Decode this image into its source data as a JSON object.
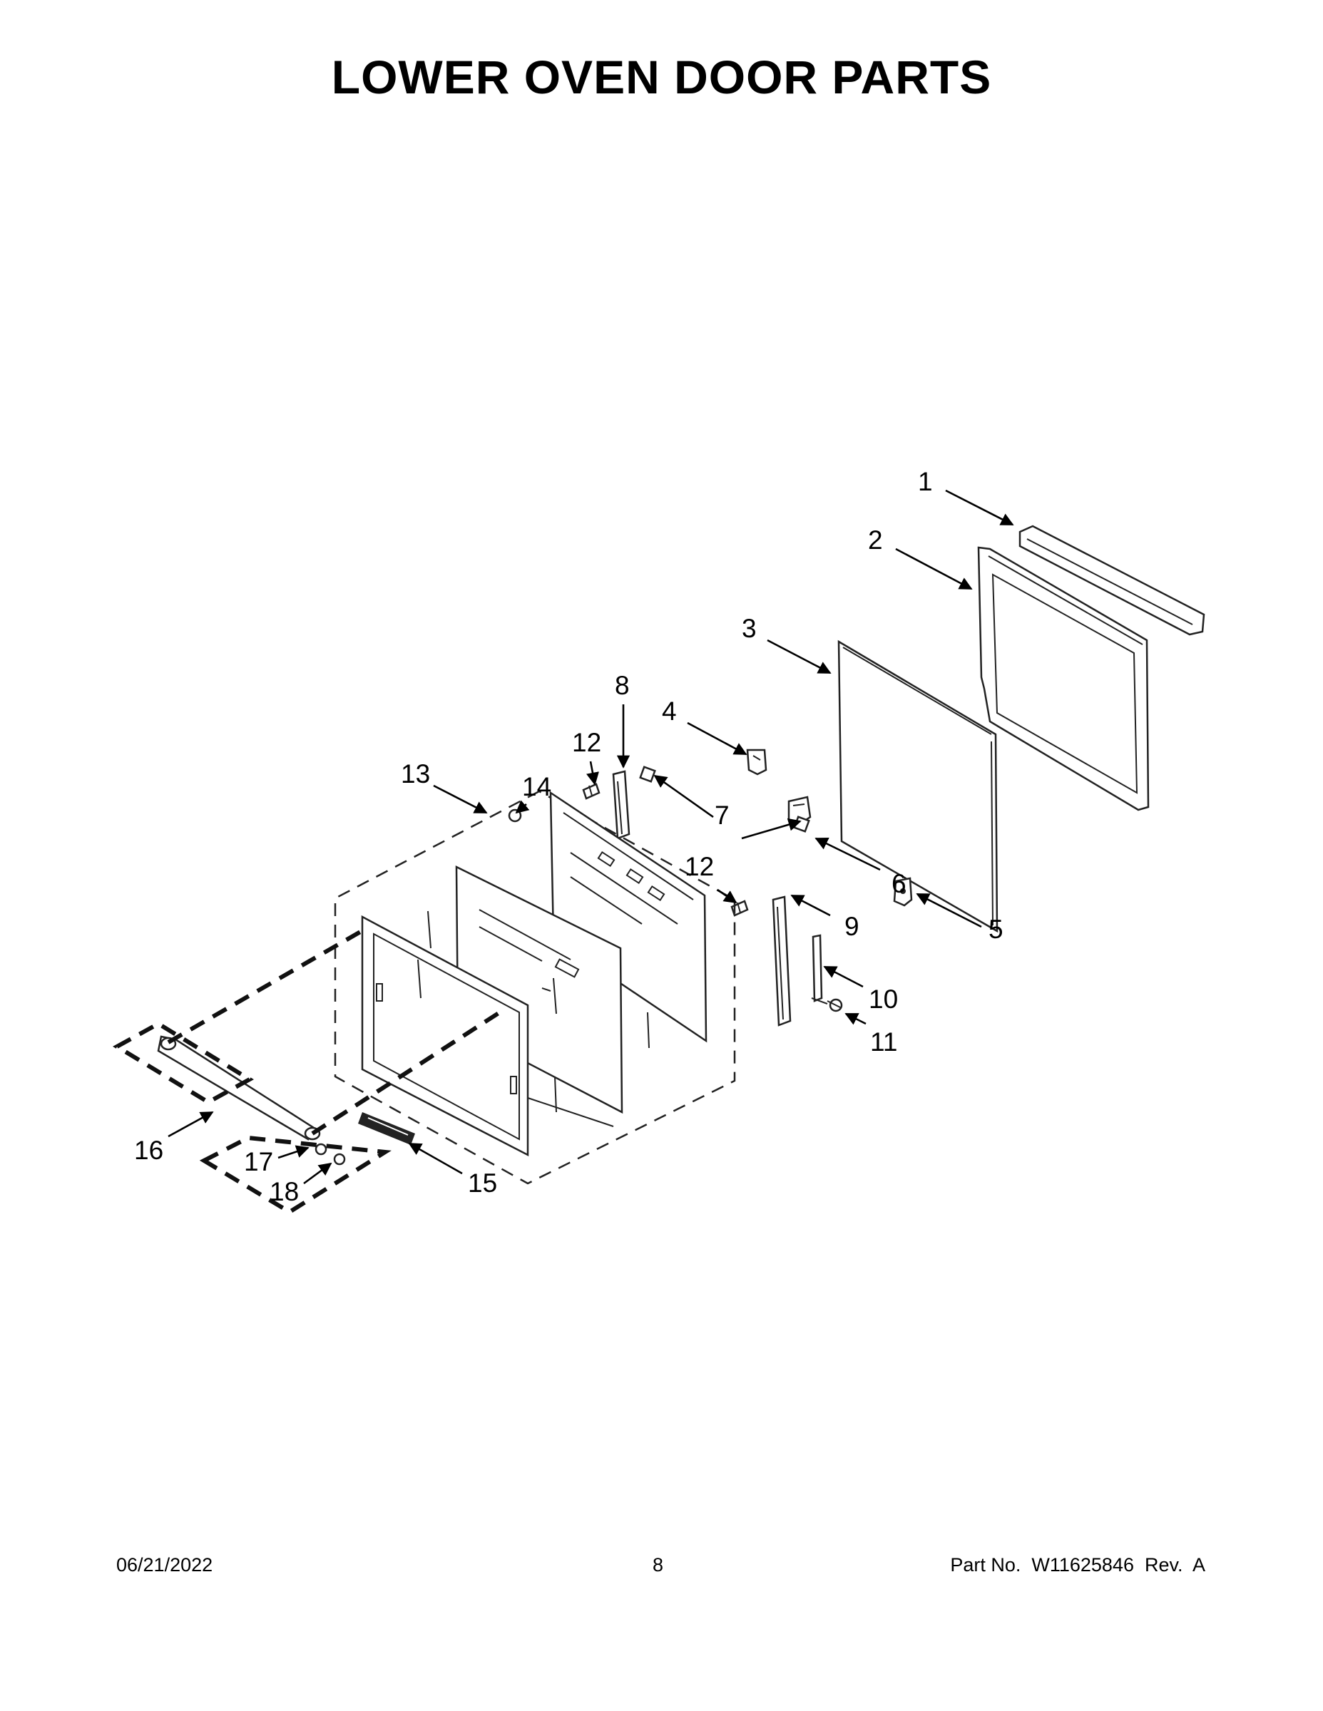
{
  "title": "LOWER OVEN DOOR PARTS",
  "footer": {
    "date": "06/21/2022",
    "page": "8",
    "part_number": "Part No.  W11625846  Rev.  A"
  },
  "callouts": {
    "c1": "1",
    "c2": "2",
    "c3": "3",
    "c4": "4",
    "c5": "5",
    "c6": "6",
    "c7": "7",
    "c8": "8",
    "c9": "9",
    "c10": "10",
    "c11": "11",
    "c12a": "12",
    "c12b": "12",
    "c13": "13",
    "c14": "14",
    "c15": "15",
    "c16": "16",
    "c17": "17",
    "c18": "18"
  }
}
